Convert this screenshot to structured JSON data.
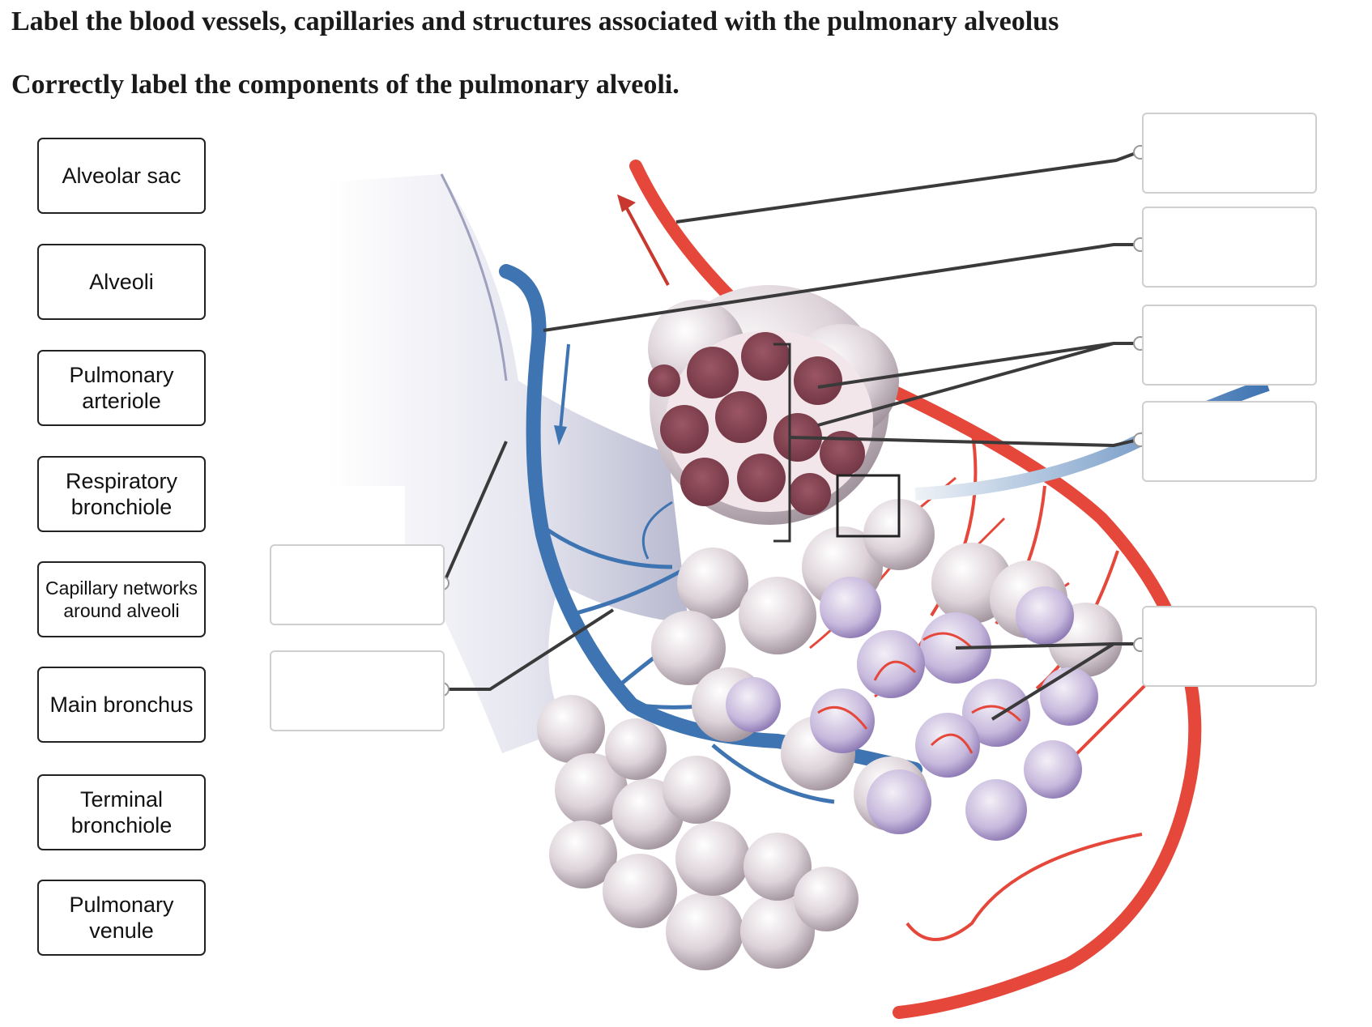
{
  "question": {
    "title": "Label the blood vessels, capillaries and structures associated with the pulmonary alveolus",
    "instruction": "Correctly label the components of the pulmonary alveoli."
  },
  "label_bank": [
    {
      "text": "Alveolar sac"
    },
    {
      "text": "Alveoli"
    },
    {
      "text": "Pulmonary arteriole"
    },
    {
      "text": "Respiratory bronchiole"
    },
    {
      "text": "Capillary networks around alveoli"
    },
    {
      "text": "Main bronchus"
    },
    {
      "text": "Terminal bronchiole"
    },
    {
      "text": "Pulmonary venule"
    }
  ],
  "drop_targets": [
    {
      "value": ""
    },
    {
      "value": ""
    },
    {
      "value": ""
    },
    {
      "value": ""
    },
    {
      "value": ""
    },
    {
      "value": ""
    },
    {
      "value": ""
    }
  ],
  "colors": {
    "arteriole": "#e5473a",
    "venule": "#3f74b2",
    "alveolus": "#c9bcc4",
    "alveolus_cut": "#8c4a57",
    "leader_line": "#3a3a3a",
    "dropzone_border": "#cfcfcf"
  }
}
